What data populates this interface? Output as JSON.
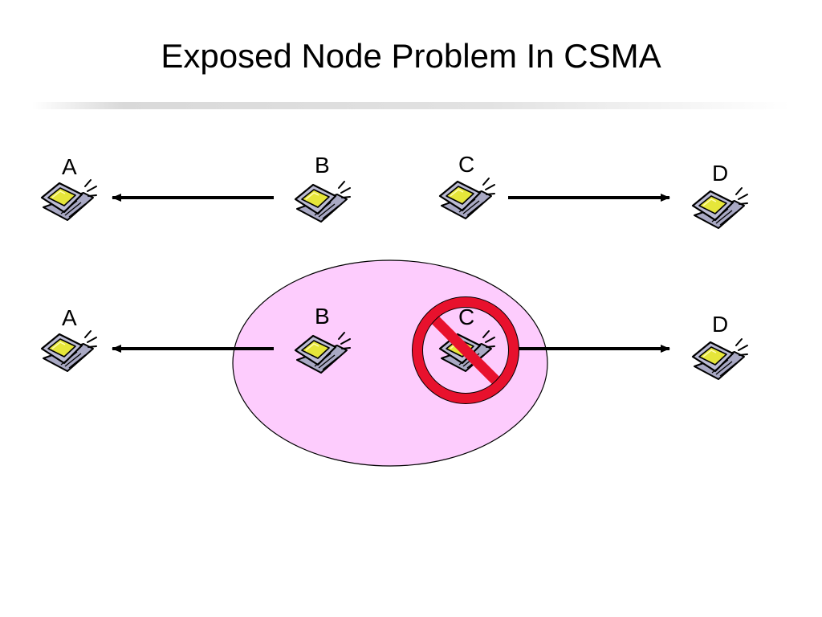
{
  "slide": {
    "title": "Exposed Node Problem In CSMA"
  },
  "colors": {
    "background": "#ffffff",
    "interference_region_fill": "#fdccfd",
    "prohibition_sign": "#e8112d",
    "laptop_screen": "#e8e83a",
    "laptop_body": "#b5b5cc"
  },
  "icons": {
    "node": "laptop-icon",
    "blocked": "prohibition-sign-icon"
  },
  "rows": [
    {
      "name": "top-scenario",
      "nodes": [
        {
          "id": "A",
          "label": "A"
        },
        {
          "id": "B",
          "label": "B"
        },
        {
          "id": "C",
          "label": "C"
        },
        {
          "id": "D",
          "label": "D"
        }
      ],
      "transmissions": [
        {
          "from": "B",
          "to": "A"
        },
        {
          "from": "C",
          "to": "D"
        }
      ]
    },
    {
      "name": "bottom-scenario",
      "nodes": [
        {
          "id": "A",
          "label": "A"
        },
        {
          "id": "B",
          "label": "B"
        },
        {
          "id": "C",
          "label": "C"
        },
        {
          "id": "D",
          "label": "D"
        }
      ],
      "transmissions": [
        {
          "from": "B",
          "to": "A"
        },
        {
          "from": "C",
          "to": "D",
          "blocked": true
        }
      ],
      "carrier_sense_region_of": "B"
    }
  ]
}
